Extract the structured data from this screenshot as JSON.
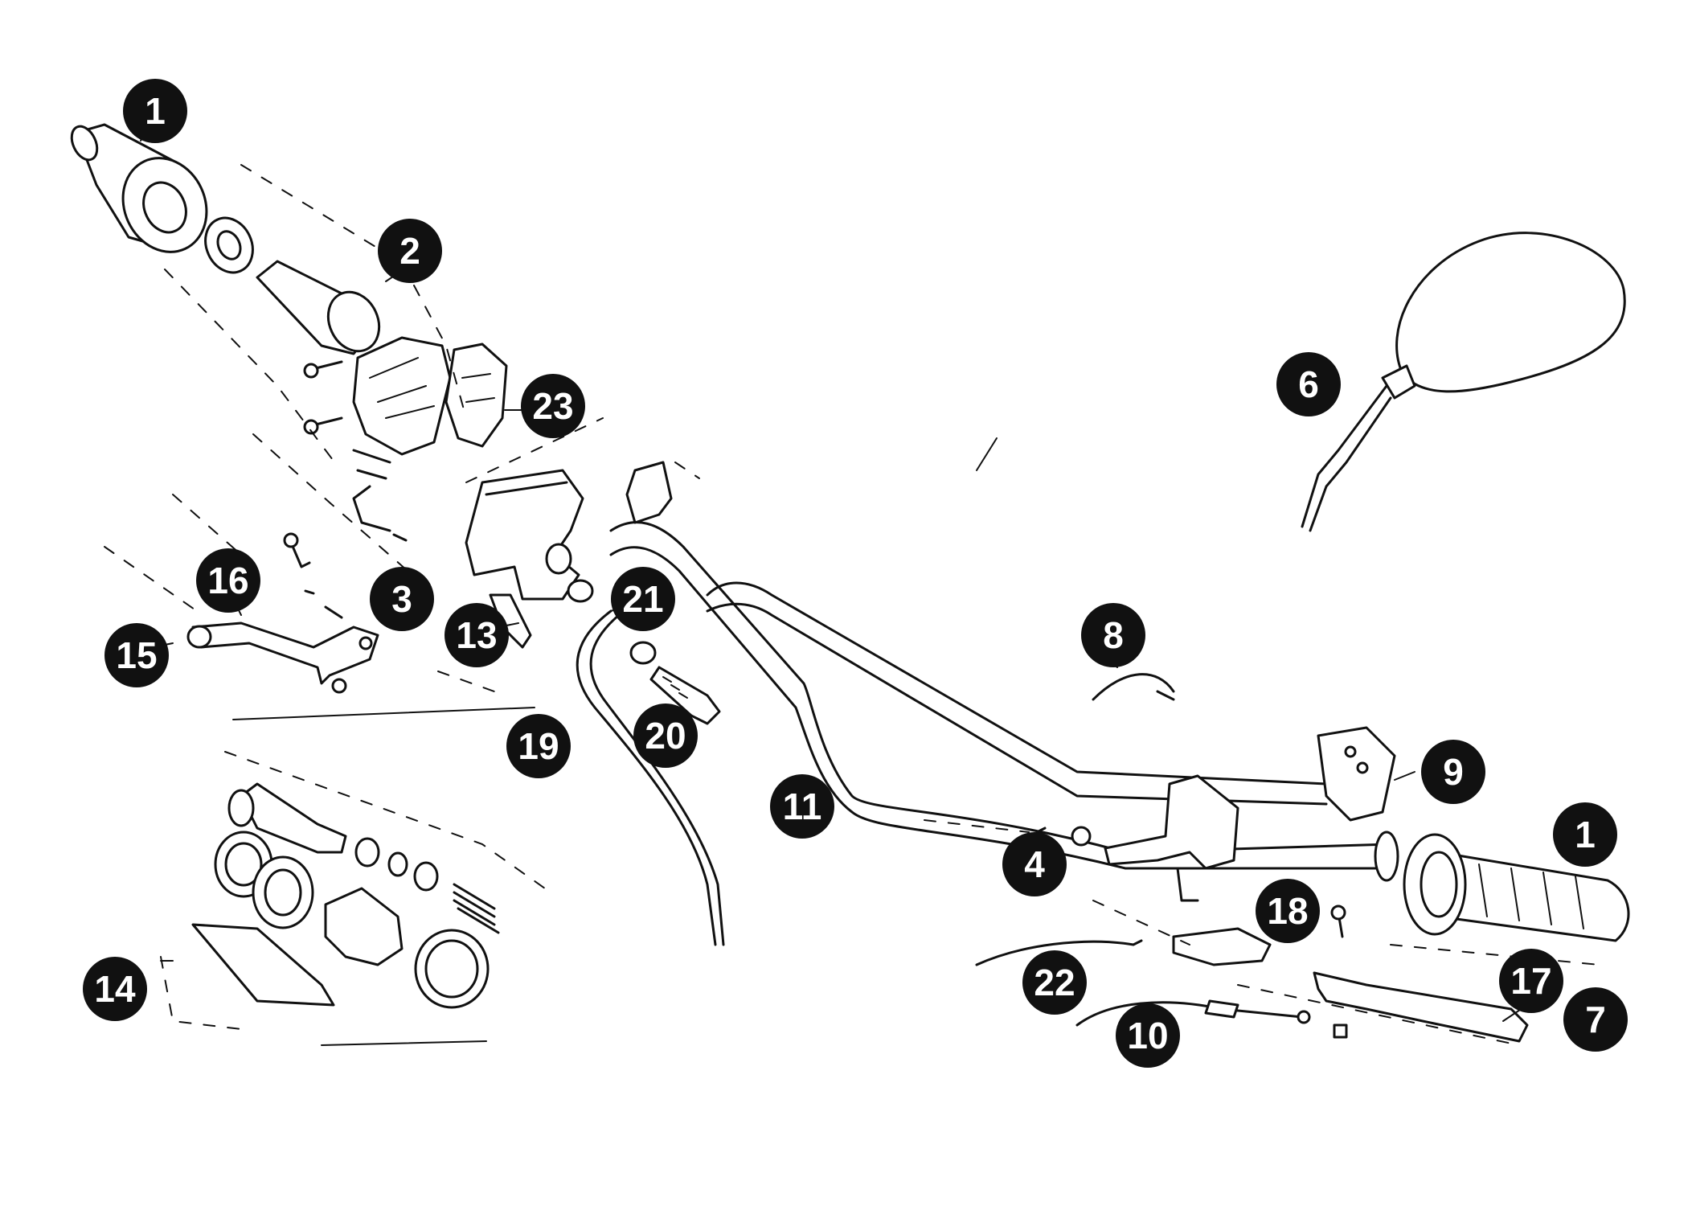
{
  "colors": {
    "line": "#111111",
    "background": "#ffffff",
    "callout_fill": "#111111",
    "callout_text": "#ffffff"
  },
  "callouts": [
    {
      "id": "c1a",
      "label": "1"
    },
    {
      "id": "c2",
      "label": "2"
    },
    {
      "id": "c23",
      "label": "23"
    },
    {
      "id": "c16",
      "label": "16"
    },
    {
      "id": "c3",
      "label": "3"
    },
    {
      "id": "c15",
      "label": "15"
    },
    {
      "id": "c13",
      "label": "13"
    },
    {
      "id": "c21",
      "label": "21"
    },
    {
      "id": "c20",
      "label": "20"
    },
    {
      "id": "c19",
      "label": "19"
    },
    {
      "id": "c11",
      "label": "11"
    },
    {
      "id": "c14",
      "label": "14"
    },
    {
      "id": "c6",
      "label": "6"
    },
    {
      "id": "c8",
      "label": "8"
    },
    {
      "id": "c9",
      "label": "9"
    },
    {
      "id": "c4",
      "label": "4"
    },
    {
      "id": "c1b",
      "label": "1"
    },
    {
      "id": "c18",
      "label": "18"
    },
    {
      "id": "c22",
      "label": "22"
    },
    {
      "id": "c17",
      "label": "17"
    },
    {
      "id": "c7",
      "label": "7"
    },
    {
      "id": "c10",
      "label": "10"
    }
  ]
}
